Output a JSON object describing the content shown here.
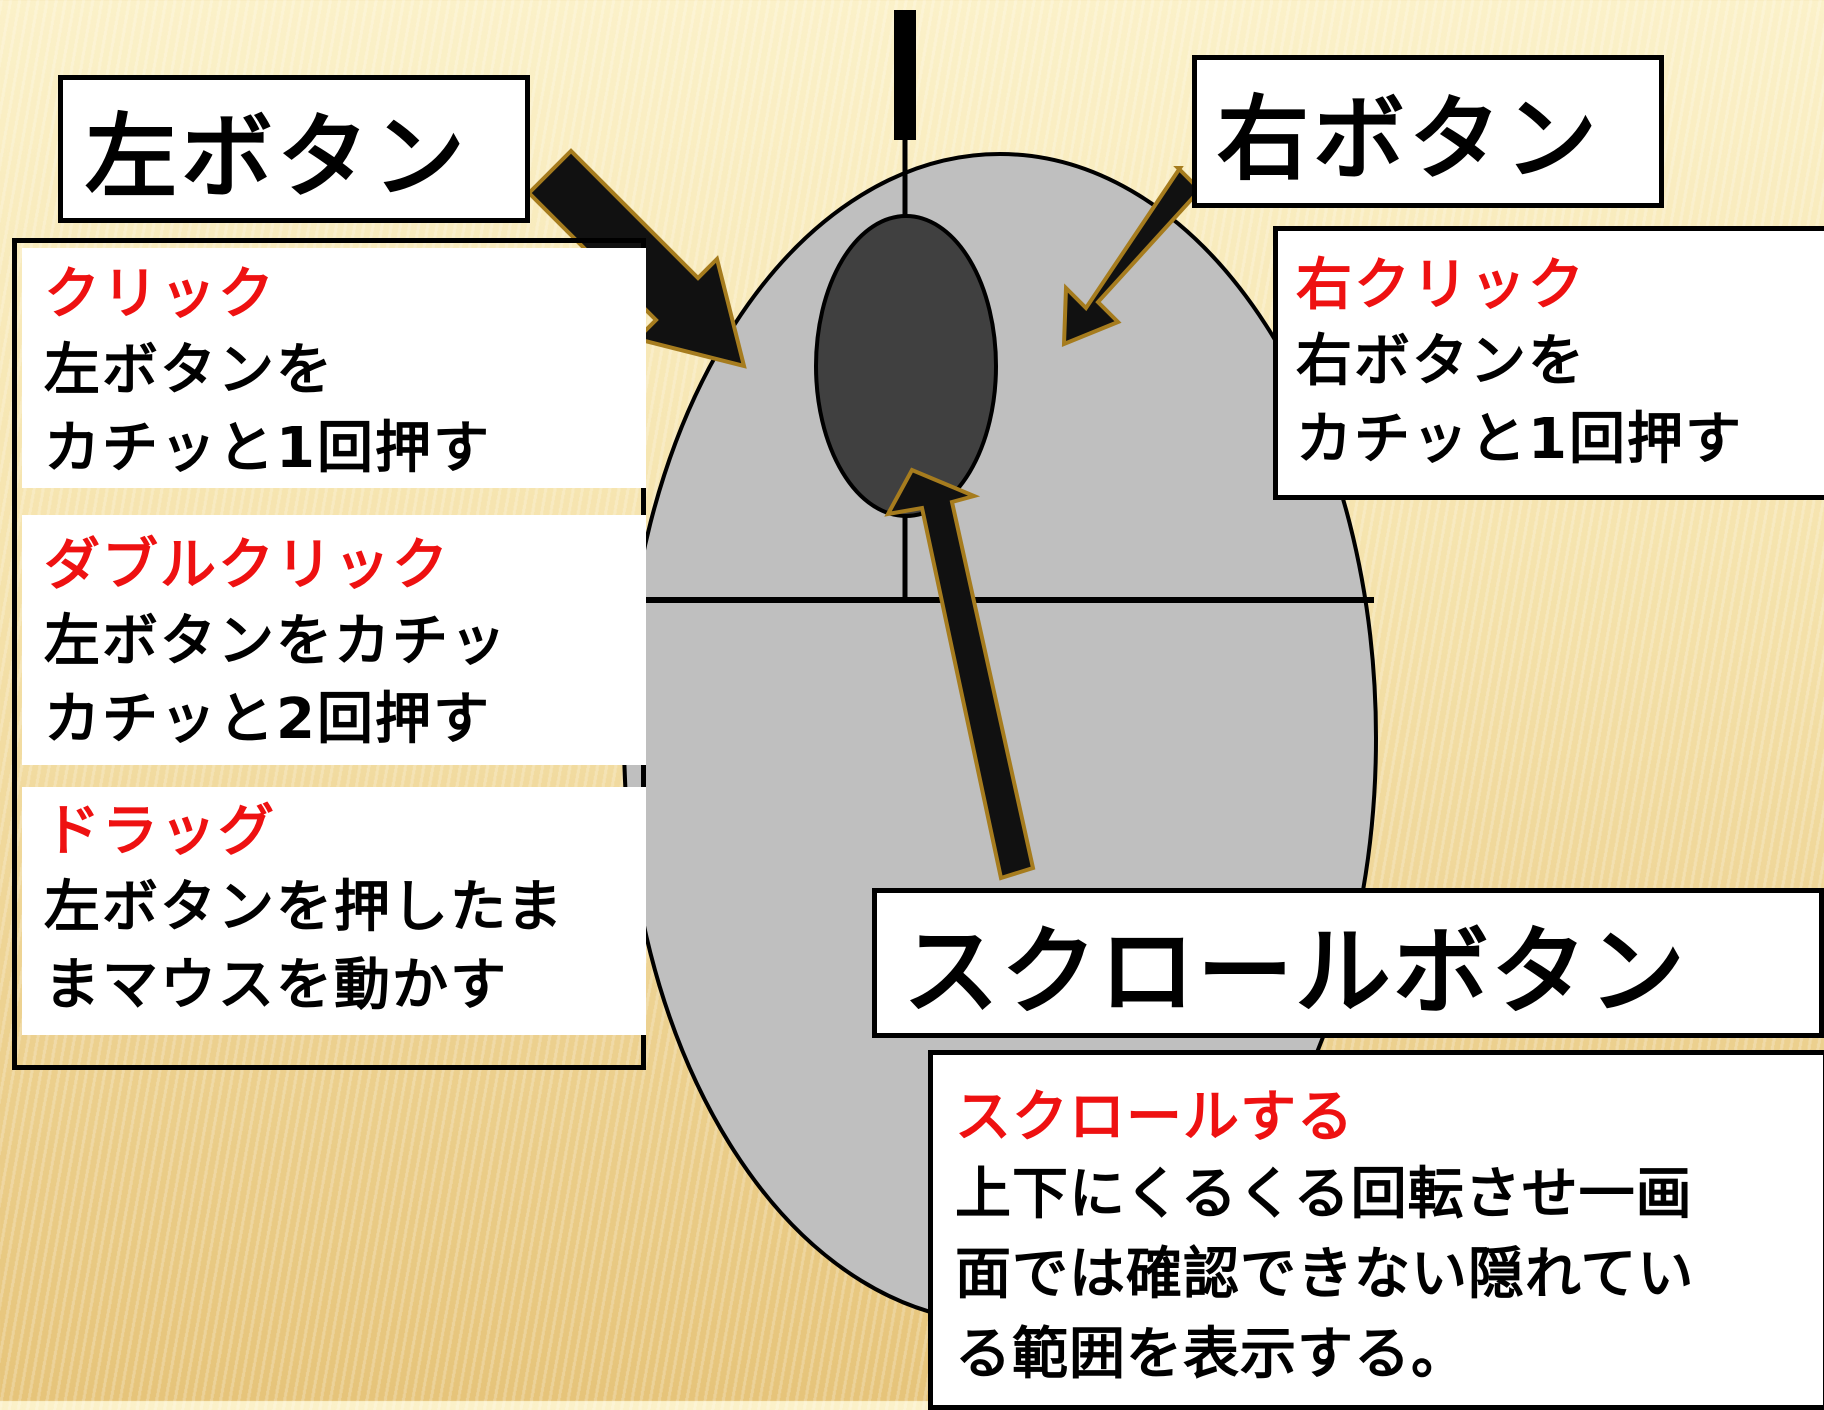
{
  "labels": {
    "left_button": "左ボタン",
    "right_button": "右ボタン",
    "scroll_button": "スクロールボタン"
  },
  "left_panel": {
    "click": {
      "term": "クリック",
      "desc": "左ボタンを\nカチッと1回押す"
    },
    "double_click": {
      "term": "ダブルクリック",
      "desc": "左ボタンをカチッ\nカチッと2回押す"
    },
    "drag": {
      "term": "ドラッグ",
      "desc": "左ボタンを押したま\nまマウスを動かす"
    }
  },
  "right_panel": {
    "right_click": {
      "term": "右クリック",
      "desc": "右ボタンを\nカチッと1回押す"
    }
  },
  "scroll_panel": {
    "scroll": {
      "term": "スクロールする",
      "desc": "上下にくるくる回転させ一画\n面では確認できない隠れてい\nる範囲を表示する。"
    }
  },
  "colors": {
    "mouse_body": "#bfbfbf",
    "wheel": "#404040",
    "arrow_fill": "#111111",
    "arrow_outline": "#a67c1e",
    "term_text": "#ee1111"
  }
}
